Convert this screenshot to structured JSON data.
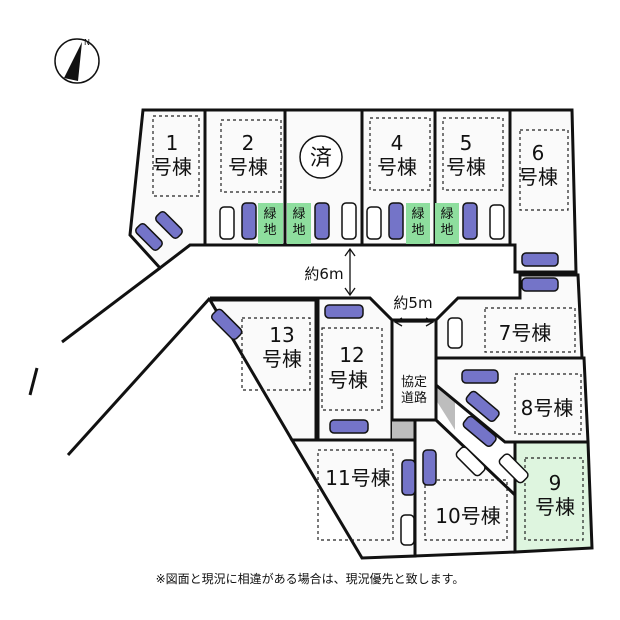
{
  "lots": [
    {
      "label_num": "1",
      "label_suffix": "号棟"
    },
    {
      "label_num": "2",
      "label_suffix": "号棟"
    },
    {
      "label_num": "4",
      "label_suffix": "号棟"
    },
    {
      "label_num": "5",
      "label_suffix": "号棟"
    },
    {
      "label_num": "6",
      "label_suffix": "号棟"
    },
    {
      "label": "7号棟"
    },
    {
      "label": "8号棟"
    },
    {
      "label_num": "9",
      "label_suffix": "号棟"
    },
    {
      "label": "10号棟"
    },
    {
      "label": "11号棟"
    },
    {
      "label_num": "12",
      "label_suffix": "号棟"
    },
    {
      "label_num": "13",
      "label_suffix": "号棟"
    }
  ],
  "sold_mark": "済",
  "green_area": [
    "緑",
    "地"
  ],
  "road_width_main": "約6m",
  "road_width_side": "約5m",
  "agreement_road": [
    "協定",
    "道路"
  ],
  "note": "※図面と現況に相違がある場合は、現況優先と致します。",
  "colors": {
    "green": "#8ede9e",
    "lot9": "#def5df",
    "car": "#7474c8",
    "shade": "#bdbdbd"
  }
}
